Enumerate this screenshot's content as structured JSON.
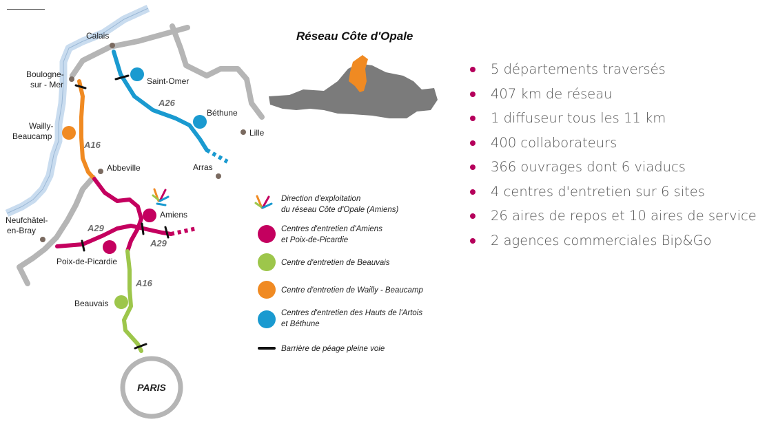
{
  "inset": {
    "title": "Réseau Côte d'Opale"
  },
  "cities": {
    "calais": "Calais",
    "boulogne_1": "Boulogne-",
    "boulogne_2": "sur - Mer",
    "saint_omer": "Saint-Omer",
    "bethune": "Béthune",
    "lille": "Lille",
    "arras": "Arras",
    "wailly_1": "Wailly-",
    "wailly_2": "Beaucamp",
    "abbeville": "Abbeville",
    "amiens": "Amiens",
    "neufchatel_1": "Neufchâtel-",
    "neufchatel_2": "en-Bray",
    "poix": "Poix-de-Picardie",
    "beauvais": "Beauvais",
    "paris": "PARIS"
  },
  "roads": {
    "a26": "A26",
    "a16_north": "A16",
    "a29_west": "A29",
    "a29_east": "A29",
    "a16_south": "A16"
  },
  "legend": {
    "direction_1": "Direction d'exploitation",
    "direction_2": "du réseau Côte d'Opale (Amiens)",
    "amiens_1": "Centres d'entretien d'Amiens",
    "amiens_2": "et Poix-de-Picardie",
    "beauvais": "Centre d'entretien de Beauvais",
    "wailly": "Centre d'entretien de Wailly - Beaucamp",
    "artois_1": "Centres d'entretien des Hauts de l'Artois",
    "artois_2": "et Béthune",
    "toll": "Barrière de péage pleine voie"
  },
  "colors": {
    "magenta": "#c4005f",
    "green": "#9dc64b",
    "orange": "#f08a22",
    "blue": "#1a9ad0",
    "grey_road": "#b5b5b5",
    "sea": "#c9dcef",
    "bullet": "#b5005b"
  },
  "facts": [
    "5 départements traversés",
    "407 km de réseau",
    "1 diffuseur tous les 11 km",
    "400 collaborateurs",
    "366 ouvrages dont 6 viaducs",
    "4 centres d'entretien sur 6 sites",
    "26 aires de repos et 10 aires de service",
    "2 agences commerciales Bip&Go"
  ]
}
